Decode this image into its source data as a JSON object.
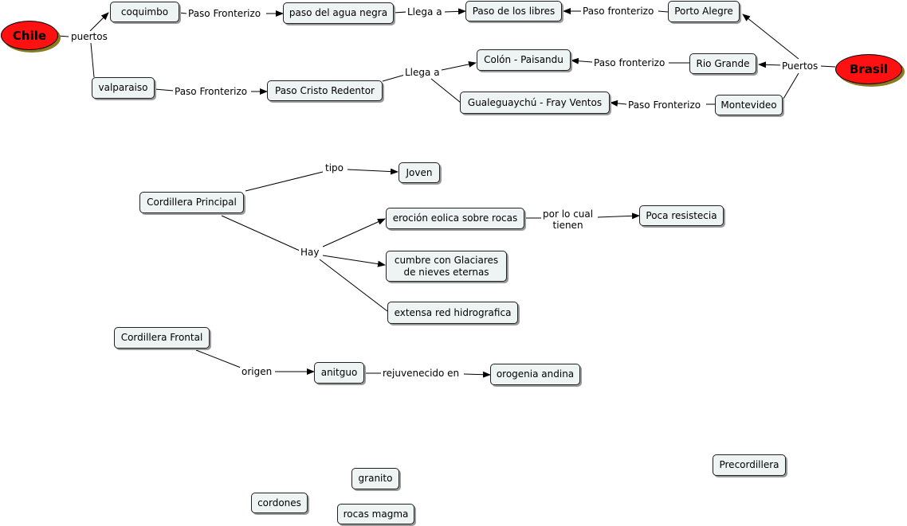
{
  "concepts": {
    "chile": "Chile",
    "brasil": "Brasil",
    "coquimbo": "coquimbo",
    "valparaiso": "valparaiso",
    "paso_agua_negra": "paso del agua negra",
    "paso_libres": "Paso de los libres",
    "porto_alegre": "Porto Alegre",
    "paso_cristo": "Paso Cristo Redentor",
    "colon": "Colón - Paisandu",
    "rio_grande": "Rio Grande",
    "gualeguaychu": "Gualeguaychú - Fray Ventos",
    "montevideo": "Montevideo",
    "cordillera_principal": "Cordillera Principal",
    "joven": "Joven",
    "erocion": "eroción eolica sobre rocas",
    "poca": "Poca resistecia",
    "cumbre": "cumbre con Glaciares\nde nieves eternas",
    "extensa": "extensa red hidrografica",
    "cordillera_frontal": "Cordillera Frontal",
    "anitguo": "anitguo",
    "orogenia": "orogenia andina",
    "precordillera": "Precordillera",
    "granito": "granito",
    "cordones": "cordones",
    "rocas_magma": "rocas magma"
  },
  "links": {
    "puertos_chile": "puertos",
    "paso_fronterizo_1": "Paso Fronterizo",
    "llega_a_1": "Llega a",
    "paso_fronterizo_2": "Paso fronterizo",
    "paso_fronterizo_3": "Paso Fronterizo",
    "llega_a_2": "Llega a",
    "paso_fronterizo_4": "Paso fronterizo",
    "puertos_brasil": "Puertos",
    "paso_fronterizo_5": "Paso Fronterizo",
    "tipo": "tipo",
    "hay": "Hay",
    "por_lo_cual": "por lo cual\ntienen",
    "origen": "origen",
    "rejuvenecido": "rejuvenecido en"
  },
  "colors": {
    "node_fill": "#eef3f4",
    "oval_fill": "#ff1111",
    "oval_shadow": "#8a7a22",
    "line": "#000000"
  }
}
